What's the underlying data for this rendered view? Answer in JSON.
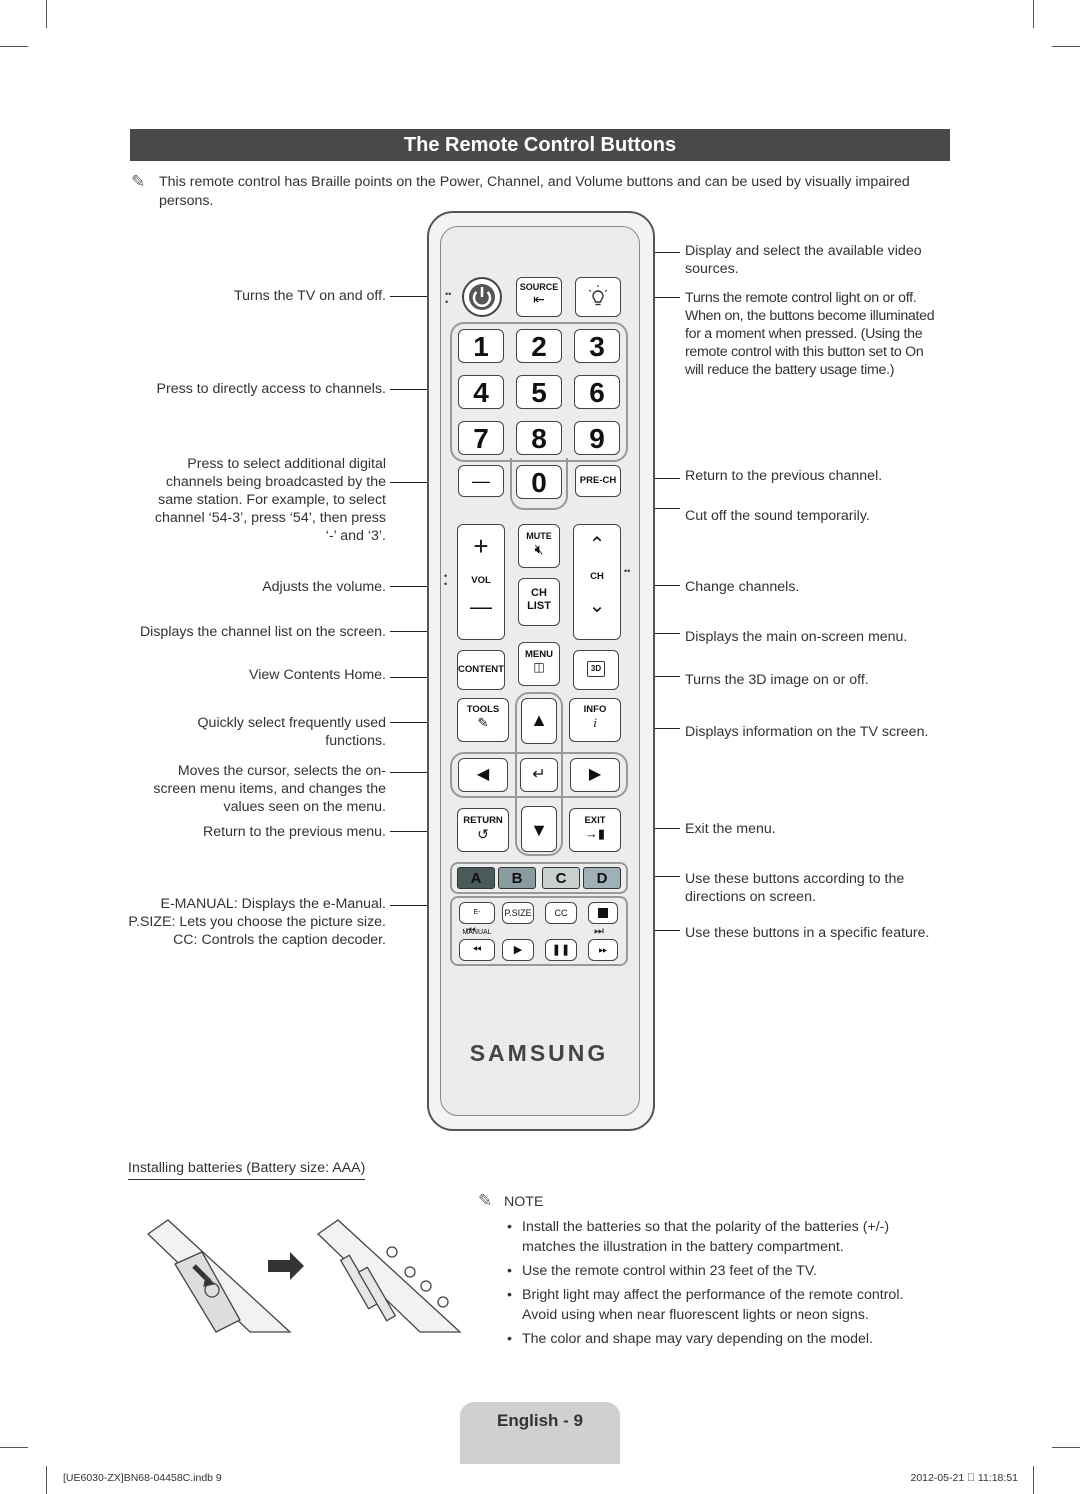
{
  "title": "The Remote Control Buttons",
  "intro_note": "This remote control has Braille points on the Power, Channel, and Volume buttons and can be used by visually impaired persons.",
  "left_labels": [
    [
      "Turns the TV on and off."
    ],
    [
      "Press to directly access to channels."
    ],
    [
      "Press to select additional digital",
      "channels being broadcasted by the",
      "same station. For example, to select",
      "channel ‘54-3’, press ‘54’, then press",
      "‘-’ and ‘3’."
    ],
    [
      "Adjusts the volume."
    ],
    [
      "Displays the channel list on the screen."
    ],
    [
      "View Contents Home."
    ],
    [
      "Quickly select frequently used",
      "functions."
    ],
    [
      "Moves the cursor, selects the on-",
      "screen menu items, and changes the",
      "values seen on the menu."
    ],
    [
      "Return to the previous menu."
    ],
    [
      "E-MANUAL: Displays the e-Manual.",
      "P.SIZE: Lets you choose the picture size.",
      "CC: Controls the caption decoder."
    ]
  ],
  "right_labels": [
    [
      "Display and select the available video",
      "sources."
    ],
    [
      "Turns the remote control light on or off.",
      "When on, the buttons become illuminated",
      "for a moment when pressed. (Using the",
      "remote control with this button set to On",
      "will reduce the battery usage time.)"
    ],
    [
      "Return to the previous channel."
    ],
    [
      "Cut off the sound temporarily."
    ],
    [
      "Change channels."
    ],
    [
      "Displays the main on-screen menu."
    ],
    [
      "Turns the 3D image on or off."
    ],
    [
      "Displays information on the TV screen."
    ],
    [
      "Exit the menu."
    ],
    [
      "Use these buttons according to the",
      "directions on screen."
    ],
    [
      "Use these buttons in a specific feature."
    ]
  ],
  "remote": {
    "source": "SOURCE",
    "digits": [
      "1",
      "2",
      "3",
      "4",
      "5",
      "6",
      "7",
      "8",
      "9"
    ],
    "zero": "0",
    "dash": "—",
    "prech": "PRE-CH",
    "mute": "MUTE",
    "vol": "VOL",
    "ch": "CH",
    "chlist": "CH LIST",
    "menu": "MENU",
    "content": "CONTENT",
    "tools": "TOOLS",
    "info": "INFO",
    "return": "RETURN",
    "exit": "EXIT",
    "color_keys": [
      "A",
      "B",
      "C",
      "D"
    ],
    "emanual": "E-MANUAL",
    "psize": "P.SIZE",
    "cc": "CC",
    "brand": "SAMSUNG"
  },
  "colors": {
    "title_bg": "#4a4a4a",
    "key_a": "#4a5a5a",
    "key_b": "#8a9ca0",
    "key_c": "#c8d0d0",
    "key_d": "#9fb0b6"
  },
  "batteries_heading": "Installing batteries (Battery size: AAA)",
  "note_heading": "NOTE",
  "notes": [
    "Install the batteries so that the polarity of the batteries (+/-) matches the illustration in the battery compartment.",
    "Use the remote control within 23 feet of the TV.",
    "Bright light may affect the performance of the remote control. Avoid using when near fluorescent lights or neon signs.",
    "The color and shape may vary depending on the model."
  ],
  "page_label": "English - 9",
  "footer_left": "[UE6030-ZX]BN68-04458C.indb   9",
  "footer_right": "2012-05-21   \u0000 11:18:51"
}
